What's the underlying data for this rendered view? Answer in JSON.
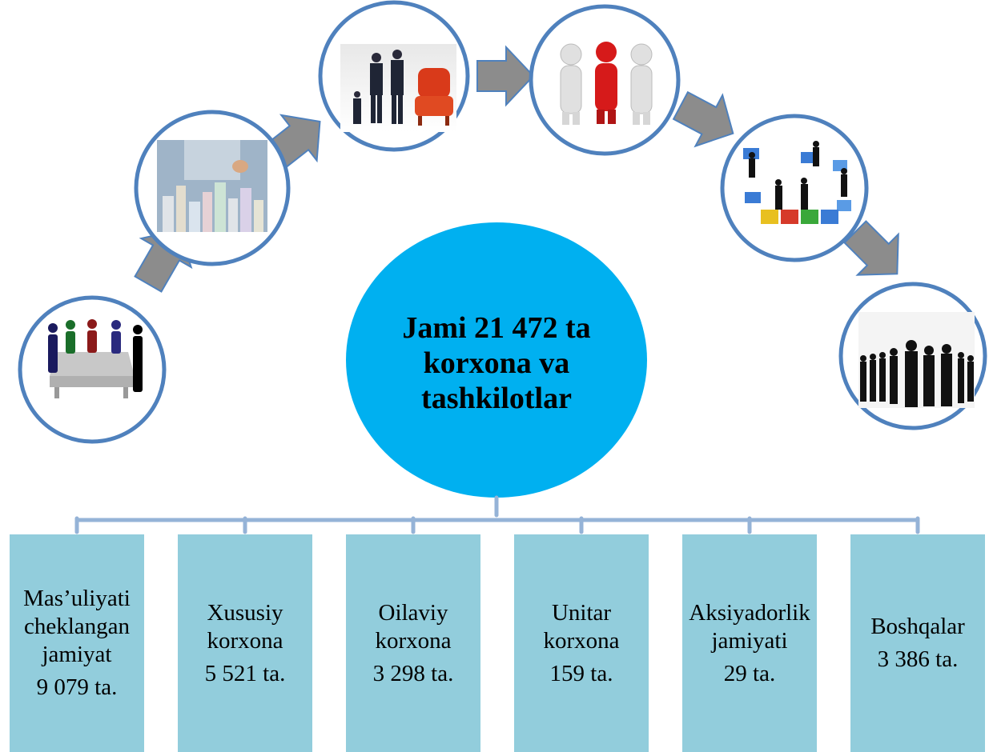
{
  "center": {
    "line1": "Jami 21 472 ta",
    "line2": "korxona va",
    "line3": "tashkilotlar"
  },
  "categories": [
    {
      "label_lines": [
        "Mas’uliyati",
        "cheklangan",
        "jamiyat"
      ],
      "count": "9 079 ta."
    },
    {
      "label_lines": [
        "Xususiy",
        "korxona"
      ],
      "count": "5 521 ta."
    },
    {
      "label_lines": [
        "Oilaviy",
        "korxona"
      ],
      "count": "3 298 ta."
    },
    {
      "label_lines": [
        "Unitar",
        "korxona"
      ],
      "count": "159 ta."
    },
    {
      "label_lines": [
        "Aksiyadorlik",
        "jamiyati"
      ],
      "count": "29 ta."
    },
    {
      "label_lines": [
        "Boshqalar"
      ],
      "count": "3 386 ta."
    }
  ],
  "colors": {
    "center_circle": "#00b0f0",
    "circle_border": "#4f81bd",
    "arrow": "#8c8c8c",
    "box": "#92cddc",
    "connector": "#95b3d7"
  },
  "icons": [
    "meeting-table-icon",
    "business-hands-city-icon",
    "leadership-chair-icon",
    "partnership-figures-icon",
    "puzzle-business-icon",
    "business-crowd-icon"
  ]
}
